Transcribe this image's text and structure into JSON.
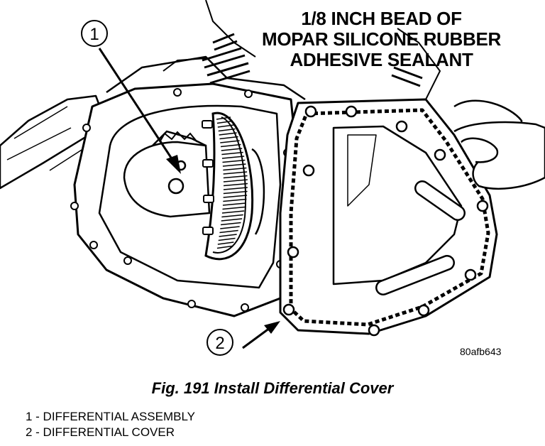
{
  "figure": {
    "callout_title": [
      "1/8 INCH BEAD OF",
      "MOPAR SILICONE RUBBER",
      "ADHESIVE SEALANT"
    ],
    "callouts": [
      {
        "number": "1",
        "label": "DIFFERENTIAL ASSEMBLY"
      },
      {
        "number": "2",
        "label": "DIFFERENTIAL COVER"
      }
    ],
    "image_id": "80afb643",
    "caption": "Fig. 191 Install Differential Cover"
  },
  "legend": [
    "1 - DIFFERENTIAL ASSEMBLY",
    "2 - DIFFERENTIAL COVER"
  ]
}
